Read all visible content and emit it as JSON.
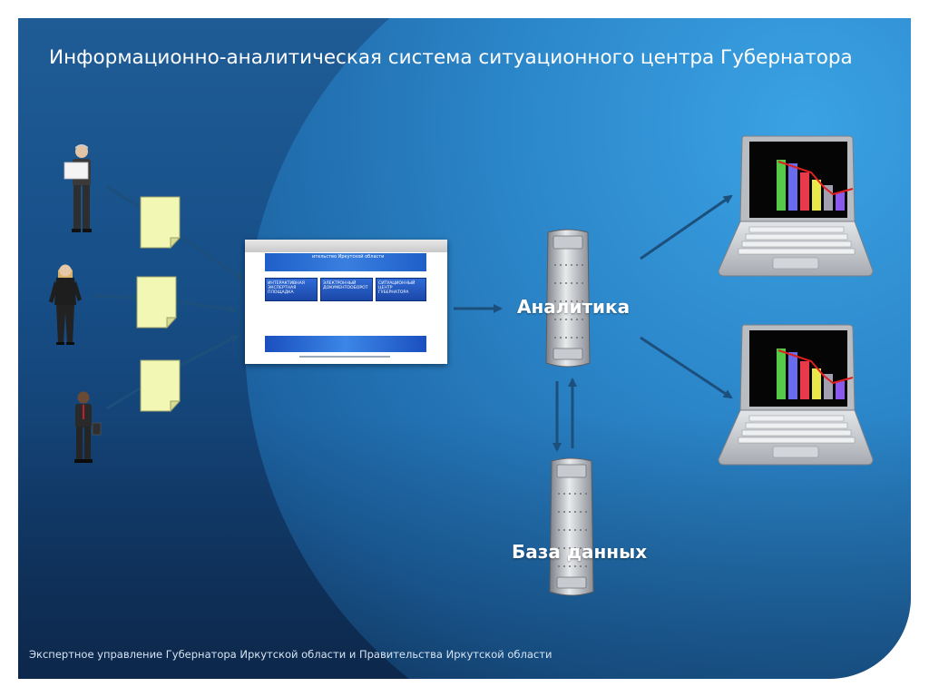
{
  "slide": {
    "title": "Информационно-аналитическая система ситуационного центра Губернатора",
    "footer": "Экспертное управление Губернатора Иркутской области и Правительства Иркутской области"
  },
  "nodes": {
    "analytics_label": "Аналитика",
    "database_label": "База данных"
  },
  "portal": {
    "banner_text": "ительство Иркутской области",
    "tiles": [
      "ИНТЕРАКТИВНАЯ ЭКСПЕРТНАЯ ПЛОЩАДКА",
      "ЭЛЕКТРОННЫЙ ДОКУМЕНТООБОРОТ",
      "СИТУАЦИОННЫЙ ЦЕНТР ГУБЕРНАТОРА"
    ]
  },
  "icons": [
    "person-icon",
    "document-icon",
    "browser-window-icon",
    "server-tower-icon",
    "laptop-icon",
    "bar-chart-icon",
    "arrow-icon"
  ],
  "colors": {
    "background_dark": "#123c6c",
    "background_light": "#3aa2e3",
    "arrow": "#1d4f7c",
    "document": "#f3f7b4",
    "chart_bars": [
      "#56c84a",
      "#6a6cf0",
      "#e83a4a",
      "#e8e84a",
      "#a0a0b0",
      "#8a5af0"
    ],
    "chart_line": "#e02020"
  }
}
